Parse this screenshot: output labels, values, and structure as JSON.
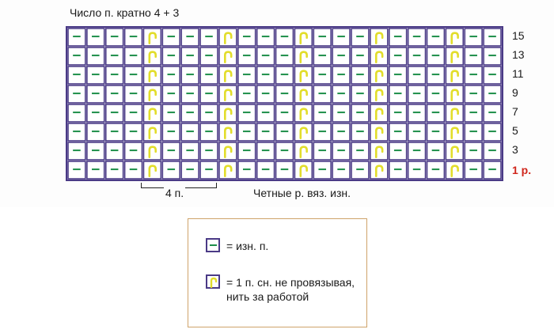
{
  "title": "Число п. кратно 4 + 3",
  "chart": {
    "columns": 23,
    "rows": 8,
    "slipped_columns": [
      4,
      8,
      12,
      16,
      20
    ],
    "colors": {
      "grid_border": "#4a3a86",
      "purl_symbol": "#1e8f4a",
      "slip_symbol": "#e2dd2b",
      "first_row_label": "#d0261c"
    }
  },
  "row_labels": [
    "15",
    "13",
    "11",
    "9",
    "7",
    "5",
    "3",
    "1 р."
  ],
  "repeat_label": "4 п.",
  "even_rows_note": "Четные р. вяз. изн.",
  "legend": {
    "items": [
      {
        "symbol": "purl-dash-icon",
        "label": "= изн. п."
      },
      {
        "symbol": "slip-stitch-icon",
        "label_line1": "= 1 п. сн. не провязывая,",
        "label_line2": "нить за работой"
      }
    ]
  }
}
